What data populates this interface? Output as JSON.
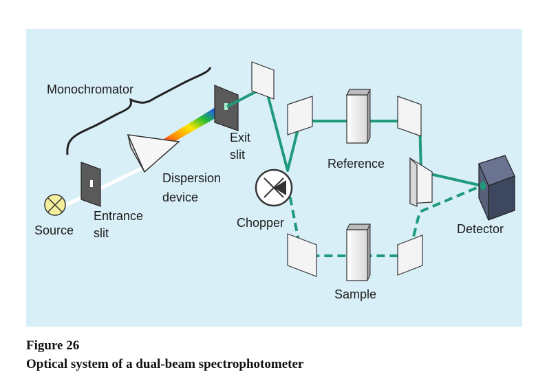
{
  "figure": {
    "number": "Figure 26",
    "title": "Optical system of a dual-beam spectrophotometer"
  },
  "labels": {
    "monochromator": "Monochromator",
    "source": "Source",
    "entrance_slit_line1": "Entrance",
    "entrance_slit_line2": "slit",
    "dispersion_line1": "Dispersion",
    "dispersion_line2": "device",
    "exit_slit_line1": "Exit",
    "exit_slit_line2": "slit",
    "chopper": "Chopper",
    "reference": "Reference",
    "sample": "Sample",
    "detector": "Detector"
  },
  "colors": {
    "panel_background": "#d9eff8",
    "beam": "#1f9a7b",
    "mirror_fill": "#f4f4f4",
    "slit_fill": "#5a5a5a",
    "detector_fill": "#4f5a72",
    "source_fill": "#f3ef9c"
  }
}
